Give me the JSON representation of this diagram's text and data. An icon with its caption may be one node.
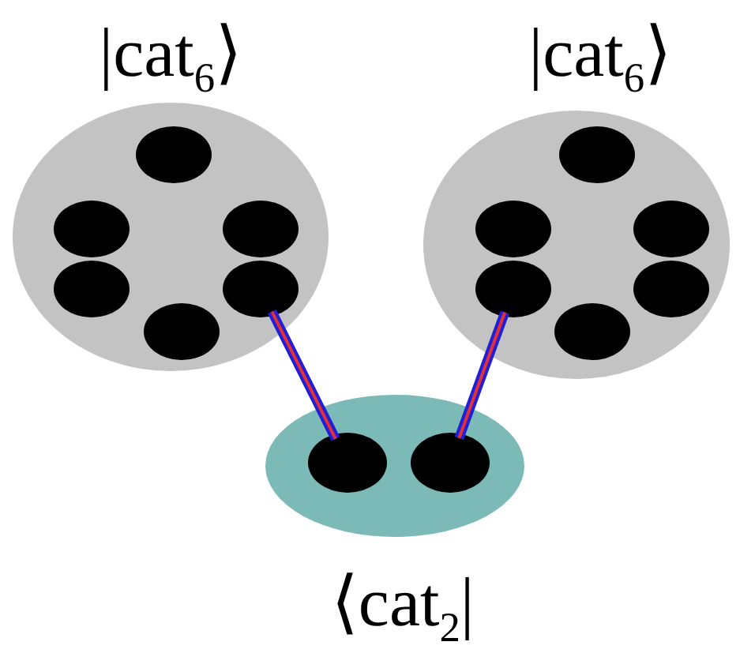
{
  "diagram": {
    "nodes": [
      {
        "text": [
          "|cat$_{6}$⟩"
        ]
      },
      {
        "text": [],
        "shape": "circle",
        "in": 0
      },
      {
        "text": [],
        "shape": "circle",
        "in": 0
      },
      {
        "text": [],
        "shape": "circle",
        "in": 0
      },
      {
        "text": [],
        "shape": "circle",
        "in": 0
      },
      {
        "text": [],
        "shape": "circle",
        "in": 0
      },
      {
        "text": [],
        "shape": "circle",
        "in": 0
      },
      {
        "text": [
          "|cat$_{6}$⟩"
        ]
      },
      {
        "text": [],
        "shape": "circle",
        "in": 7
      },
      {
        "text": [],
        "shape": "circle",
        "in": 7
      },
      {
        "text": [],
        "shape": "circle",
        "in": 7
      },
      {
        "text": [],
        "shape": "circle",
        "in": 7
      },
      {
        "text": [],
        "shape": "circle",
        "in": 7
      },
      {
        "text": [],
        "shape": "circle",
        "in": 7
      },
      {
        "text": [
          "⟨cat$_{2}$|"
        ]
      },
      {
        "text": [],
        "shape": "circle",
        "in": 14
      },
      {
        "text": [],
        "shape": "circle",
        "in": 14
      }
    ],
    "edges": [
      {
        "from": 5,
        "to": 15,
        "arrow": "none"
      },
      {
        "from": 11,
        "to": 16,
        "arrow": "none"
      }
    ]
  }
}
